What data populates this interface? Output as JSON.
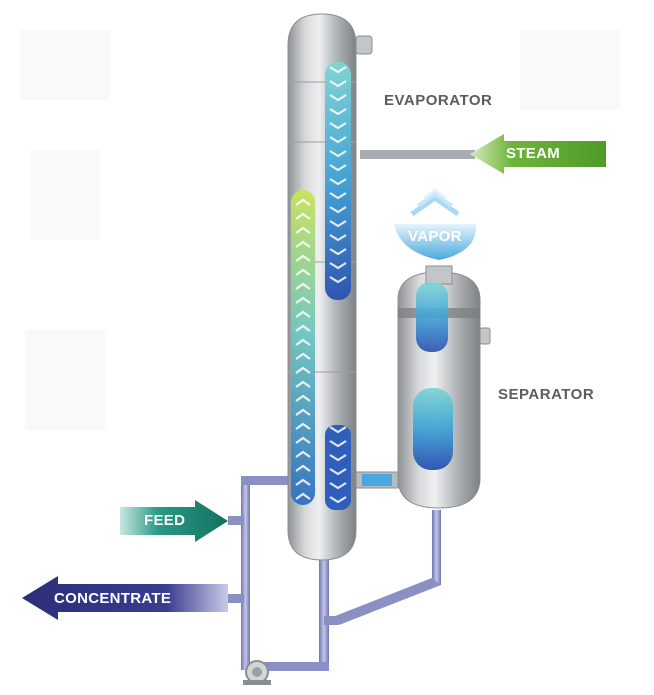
{
  "labels": {
    "evaporator": "EVAPORATOR",
    "separator": "SEPARATOR"
  },
  "arrows": {
    "steam": "STEAM",
    "vapor": "VAPOR",
    "feed": "FEED",
    "concentrate": "CONCENTRATE"
  },
  "colors": {
    "steam": "#6fb53a",
    "vapor": "#4aa8df",
    "feed": "#1f8a7a",
    "concentrate": "#2d2f7a",
    "vessel": "#b9bcbf",
    "pipe": "#8a8fc4"
  }
}
